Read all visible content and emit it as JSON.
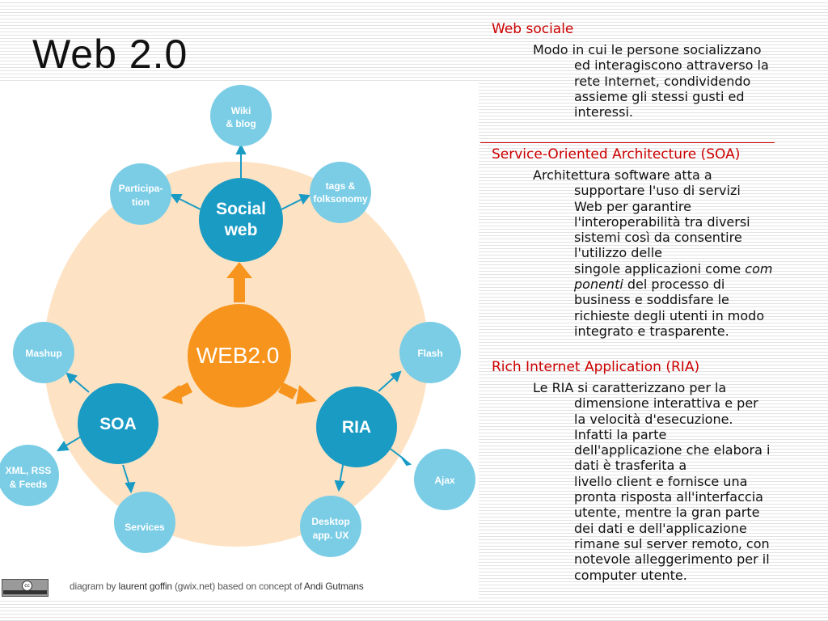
{
  "title": "Web 2.0",
  "diagram": {
    "center": "WEB2.0",
    "hubs": [
      {
        "label_lines": [
          "Social",
          "web"
        ]
      },
      {
        "label_lines": [
          "SOA"
        ]
      },
      {
        "label_lines": [
          "RIA"
        ]
      }
    ],
    "satellites": [
      {
        "label_lines": [
          "Wiki",
          "& blog"
        ]
      },
      {
        "label_lines": [
          "Participa-",
          "tion"
        ]
      },
      {
        "label_lines": [
          "tags &",
          "folksonomy"
        ]
      },
      {
        "label_lines": [
          "Mashup"
        ]
      },
      {
        "label_lines": [
          "XML, RSS",
          "& Feeds"
        ]
      },
      {
        "label_lines": [
          "Services"
        ]
      },
      {
        "label_lines": [
          "Flash"
        ]
      },
      {
        "label_lines": [
          "Ajax"
        ]
      },
      {
        "label_lines": [
          "Desktop",
          "app. UX"
        ]
      }
    ],
    "credit": {
      "prefix": "diagram by ",
      "author": "laurent goffin",
      "site": " (gwix.net) based on concept of ",
      "concept_author": "Andi Gutmans"
    },
    "colors": {
      "orange": "#f7941d",
      "blue": "#1a9bc4",
      "light_blue": "#7bcde6",
      "peach": "#fde3c4"
    }
  },
  "sections": [
    {
      "heading": "Web sociale",
      "lines": [
        "Modo in cui le persone socializzano",
        "ed interagiscono attraverso la",
        "rete Internet, condividendo",
        "assieme gli stessi gusti ed",
        "interessi."
      ]
    },
    {
      "heading": "Service-Oriented Architecture (SOA)",
      "lines": [
        "Architettura software atta a",
        "supportare l'uso di servizi",
        "Web per garantire",
        "l'interoperabilità tra diversi",
        "sistemi così da consentire",
        "l'utilizzo delle",
        "singole applicazioni come ",
        "ponenti",
        " del processo di",
        "business e soddisfare le",
        "richieste degli utenti in modo",
        "integrato e trasparente."
      ],
      "italic_word": "com"
    },
    {
      "heading": "Rich Internet Application (RIA)",
      "lines": [
        "Le RIA si caratterizzano per la",
        "dimensione interattiva e per",
        "la velocità d'esecuzione.",
        "Infatti la parte",
        "dell'applicazione che elabora i",
        "dati è trasferita a",
        "livello client e fornisce una",
        "pronta risposta all'interfaccia",
        "utente, mentre la gran parte",
        "dei dati e dell'applicazione",
        "rimane sul server remoto, con",
        "notevole alleggerimento per il",
        "computer utente."
      ]
    }
  ]
}
